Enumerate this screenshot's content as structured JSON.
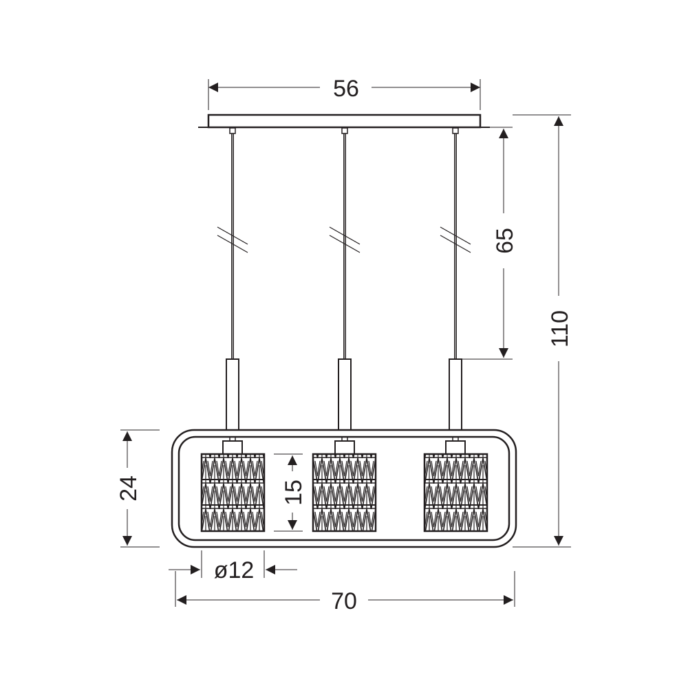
{
  "dimensions": {
    "canopy_width": "56",
    "cord_length": "65",
    "total_height": "110",
    "frame_height": "24",
    "shade_height": "15",
    "shade_diameter": "ø12",
    "total_width": "70"
  },
  "colors": {
    "line": "#231f20",
    "background": "#ffffff"
  }
}
